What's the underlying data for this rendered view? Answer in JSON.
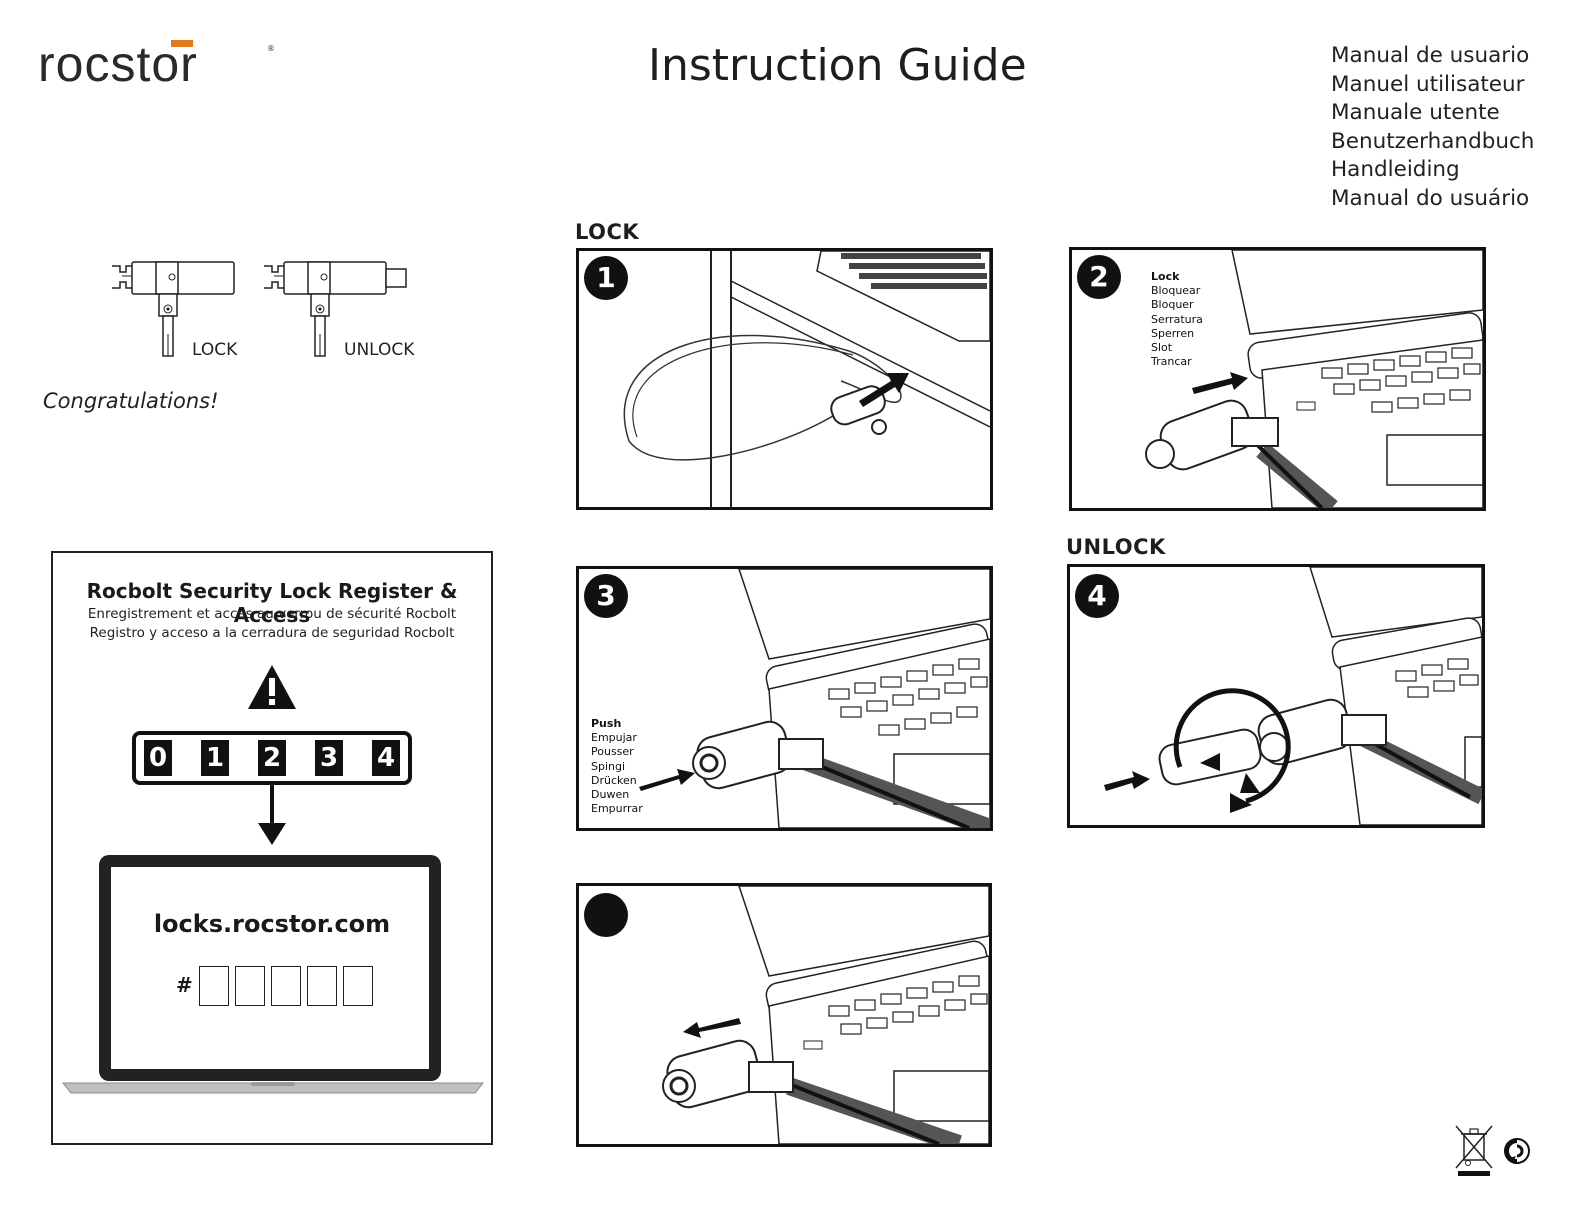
{
  "brand": {
    "logo_text": "rocstor",
    "registered_mark": "®",
    "accent_color": "#e07a1c"
  },
  "title": "Instruction Guide",
  "languages": [
    "Manual de usuario",
    "Manuel utilisateur",
    "Manuale utente",
    "Benutzerhandbuch",
    "Handleiding",
    "Manual do usuário"
  ],
  "lock_states": {
    "lock_label": "LOCK",
    "unlock_label": "UNLOCK"
  },
  "congratulations": "Congratulations!",
  "sections": {
    "lock": "LOCK",
    "unlock": "UNLOCK"
  },
  "steps": [
    {
      "number": "1",
      "words": []
    },
    {
      "number": "2",
      "words": [
        "Lock",
        "Bloquear",
        "Bloquer",
        "Serratura",
        "Sperren",
        "Slot",
        "Trancar"
      ]
    },
    {
      "number": "3",
      "words": [
        "Push",
        "Empujar",
        "Pousser",
        "Spingi",
        "Drücken",
        "Duwen",
        "Empurrar"
      ]
    },
    {
      "number": "4",
      "words": []
    },
    {
      "number": "",
      "words": []
    }
  ],
  "register": {
    "title": "Rocbolt Security Lock Register & Access",
    "subtitle_fr": "Enregistrement et accès au verrou de sécurité Rocbolt",
    "subtitle_es": "Registro y acceso a la cerradura de seguridad Rocbolt",
    "warning_icon": "warning-triangle-icon",
    "digits": [
      "0",
      "1",
      "2",
      "3",
      "4"
    ],
    "url": "locks.rocstor.com",
    "code_prefix": "#",
    "code_boxes": 5
  },
  "footer_icons": [
    "weee-crossed-bin-icon",
    "green-dot-recycle-icon"
  ]
}
